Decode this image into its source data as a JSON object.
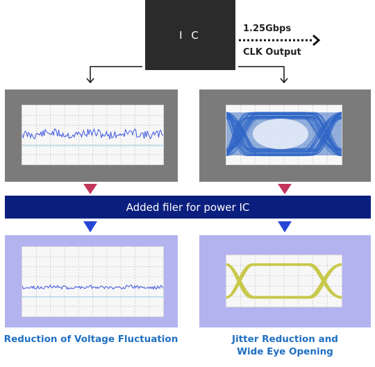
{
  "ic": {
    "label": "I C"
  },
  "output": {
    "rate": "1.25Gbps",
    "label": "CLK Output"
  },
  "band": {
    "text": "Added filer for power IC"
  },
  "captions": {
    "left": "Reduction of Voltage Fluctuation",
    "right_line1": "Jitter Reduction and",
    "right_line2": "Wide Eye Opening"
  },
  "colors": {
    "ic_box": "#2b2b2b",
    "panel_before": "#7b7b7b",
    "panel_after": "#b3b3f0",
    "band": "#0b1f7e",
    "arrow_red": "#c2365c",
    "arrow_blue": "#2746d6",
    "caption": "#1f6fc2",
    "wave_blue": "#3d56e0",
    "eye_yellow": "#c8c84a"
  }
}
